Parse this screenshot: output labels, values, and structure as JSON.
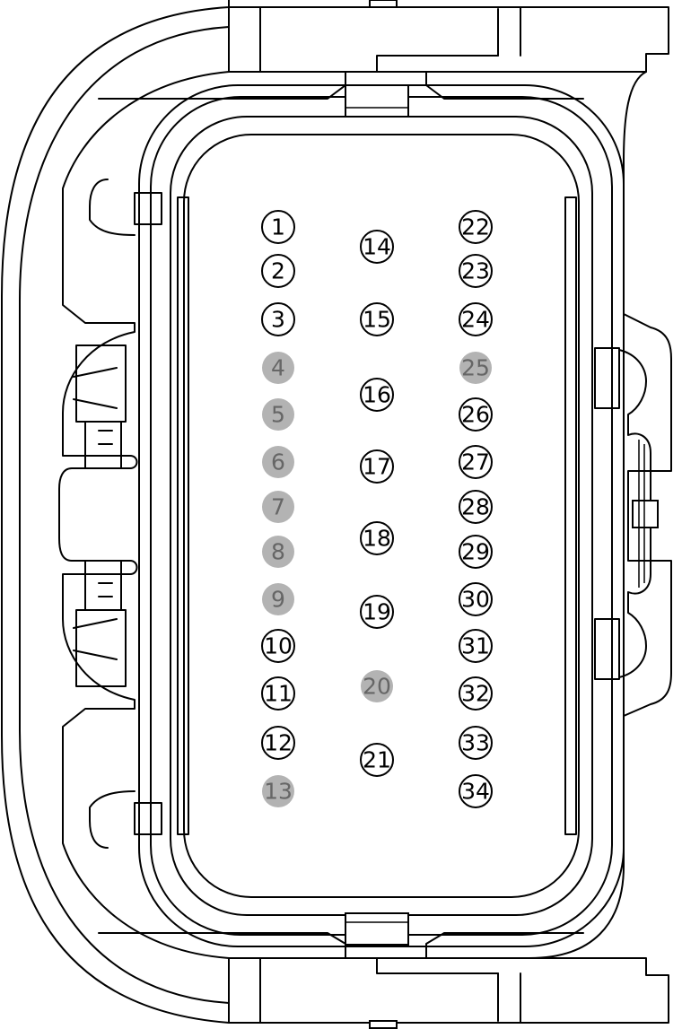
{
  "connector": {
    "colors": {
      "line": "#000000",
      "pin_used_fill": "#ffffff",
      "pin_used_text": "#000000",
      "pin_unused_fill": "#b3b3b3",
      "pin_unused_text": "#666666"
    },
    "pins": [
      {
        "label": "1",
        "status": "used"
      },
      {
        "label": "2",
        "status": "used"
      },
      {
        "label": "3",
        "status": "used"
      },
      {
        "label": "4",
        "status": "unused"
      },
      {
        "label": "5",
        "status": "unused"
      },
      {
        "label": "6",
        "status": "unused"
      },
      {
        "label": "7",
        "status": "unused"
      },
      {
        "label": "8",
        "status": "unused"
      },
      {
        "label": "9",
        "status": "unused"
      },
      {
        "label": "10",
        "status": "used"
      },
      {
        "label": "11",
        "status": "used"
      },
      {
        "label": "12",
        "status": "used"
      },
      {
        "label": "13",
        "status": "unused"
      },
      {
        "label": "14",
        "status": "used"
      },
      {
        "label": "15",
        "status": "used"
      },
      {
        "label": "16",
        "status": "used"
      },
      {
        "label": "17",
        "status": "used"
      },
      {
        "label": "18",
        "status": "used"
      },
      {
        "label": "19",
        "status": "used"
      },
      {
        "label": "20",
        "status": "unused"
      },
      {
        "label": "21",
        "status": "used"
      },
      {
        "label": "22",
        "status": "used"
      },
      {
        "label": "23",
        "status": "used"
      },
      {
        "label": "24",
        "status": "used"
      },
      {
        "label": "25",
        "status": "unused"
      },
      {
        "label": "26",
        "status": "used"
      },
      {
        "label": "27",
        "status": "used"
      },
      {
        "label": "28",
        "status": "used"
      },
      {
        "label": "29",
        "status": "used"
      },
      {
        "label": "30",
        "status": "used"
      },
      {
        "label": "31",
        "status": "used"
      },
      {
        "label": "32",
        "status": "used"
      },
      {
        "label": "33",
        "status": "used"
      },
      {
        "label": "34",
        "status": "used"
      }
    ]
  }
}
